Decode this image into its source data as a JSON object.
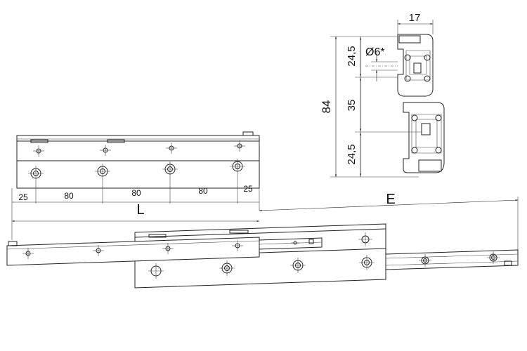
{
  "dimensions": {
    "front": {
      "seg1": "25",
      "seg2": "80",
      "seg3": "80",
      "seg4": "80",
      "seg5": "25",
      "length": "L",
      "extension": "E"
    },
    "section": {
      "width": "17",
      "total_height": "84",
      "top": "24,5",
      "middle": "35",
      "bottom": "24,5",
      "hole": "Ø6*"
    }
  }
}
